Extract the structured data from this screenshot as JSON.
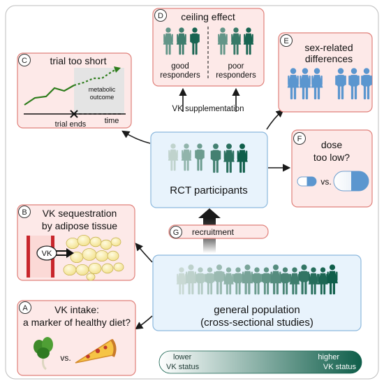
{
  "colors": {
    "pink_fill": "#fde9e8",
    "pink_stroke": "#e0807a",
    "blue_fill": "#e8f3fc",
    "blue_stroke": "#8cb8dd",
    "person_light": "#c9d9d4",
    "person_dark": "#0f5e4a",
    "person_blue": "#5b96cf",
    "trend_line": "#2e7d1c",
    "gradient_start": "#ffffff",
    "gradient_end": "#0f5e4a"
  },
  "panels": {
    "C": {
      "letter": "C",
      "title": "trial too short",
      "label_metabolic": "metabolic",
      "label_outcome": "outcome",
      "label_time": "time",
      "label_trial_ends": "trial ends"
    },
    "D": {
      "letter": "D",
      "title": "ceiling effect",
      "good_line1": "good",
      "good_line2": "responders",
      "poor_line1": "poor",
      "poor_line2": "responders"
    },
    "E": {
      "letter": "E",
      "title_line1": "sex-related",
      "title_line2": "differences"
    },
    "F": {
      "letter": "F",
      "title_line1": "dose",
      "title_line2": "too low?",
      "vs": "vs."
    },
    "B": {
      "letter": "B",
      "title_line1": "VK sequestration",
      "title_line2": "by adipose tissue",
      "vk_label": "VK"
    },
    "A": {
      "letter": "A",
      "title_line1": "VK intake:",
      "title_line2": "a marker of healthy diet?",
      "vs": "vs."
    },
    "G": {
      "letter": "G",
      "label": "recruitment"
    }
  },
  "rct": {
    "label": "RCT participants"
  },
  "supplementation": {
    "label": "VK supplementation"
  },
  "population": {
    "line1": "general population",
    "line2": "(cross-sectional studies)"
  },
  "gradient_bar": {
    "left_line1": "lower",
    "left_line2": "VK status",
    "right_line1": "higher",
    "right_line2": "VK status"
  }
}
